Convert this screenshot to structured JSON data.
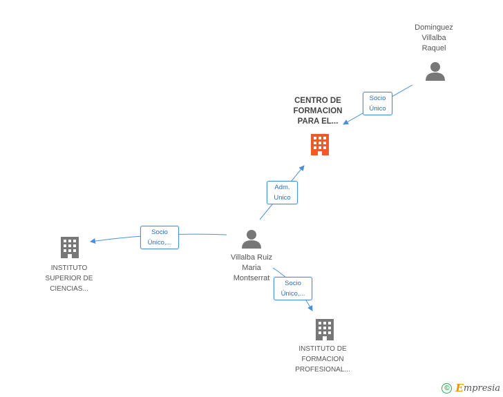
{
  "nodes": {
    "person_dominguez": {
      "lines": [
        "Dominguez",
        "Villalba",
        "Raquel"
      ]
    },
    "company_centro": {
      "lines": [
        "CENTRO DE",
        "FORMACION",
        "PARA EL..."
      ]
    },
    "person_villalba": {
      "lines": [
        "Villalba Ruiz",
        "Maria",
        "Montserrat"
      ]
    },
    "company_superior": {
      "lines": [
        "INSTITUTO",
        "SUPERIOR DE",
        "CIENCIAS..."
      ]
    },
    "company_profesional": {
      "lines": [
        "INSTITUTO DE",
        "FORMACION",
        "PROFESIONAL..."
      ]
    }
  },
  "relations": {
    "dominguez_centro": {
      "lines": [
        "Socio",
        "Único"
      ]
    },
    "villalba_centro": {
      "lines": [
        "Adm.",
        "Unico"
      ]
    },
    "villalba_superior": {
      "lines": [
        "Socio",
        "Único,..."
      ]
    },
    "villalba_profesional": {
      "lines": [
        "Socio",
        "Único,..."
      ]
    }
  },
  "colors": {
    "edge": "#4a90d9",
    "person_icon": "#777777",
    "company_main": "#f05a28",
    "company_other": "#777777"
  },
  "footer": {
    "copyright_symbol": "©",
    "brand_first": "E",
    "brand_rest": "mpresia"
  }
}
